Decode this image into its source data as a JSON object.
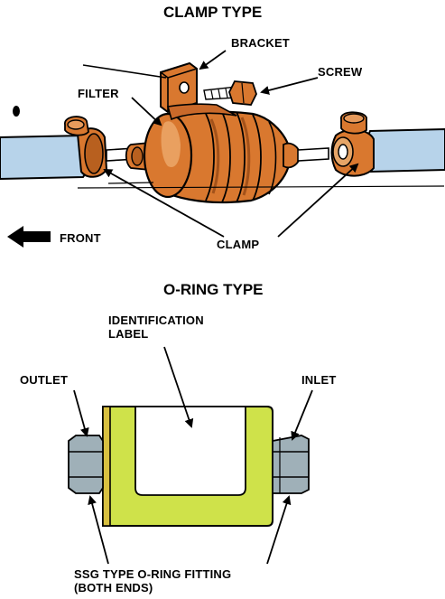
{
  "clamp_section": {
    "title": "CLAMP TYPE",
    "labels": {
      "bracket": "BRACKET",
      "screw": "SCREW",
      "filter": "FILTER",
      "front": "FRONT",
      "clamp": "CLAMP"
    }
  },
  "oring_section": {
    "title": "O-RING TYPE",
    "labels": {
      "identification": "IDENTIFICATION\nLABEL",
      "outlet": "OUTLET",
      "inlet": "INLET",
      "fitting": "SSG TYPE O-RING FITTING\n(BOTH ENDS)"
    }
  },
  "colors": {
    "filter_orange": "#d9782f",
    "fuel_line_blue": "#b7d3ea",
    "label_body_green": "#cfe24a",
    "nut_gray": "#9fb0b8",
    "outline_black": "#000000"
  }
}
